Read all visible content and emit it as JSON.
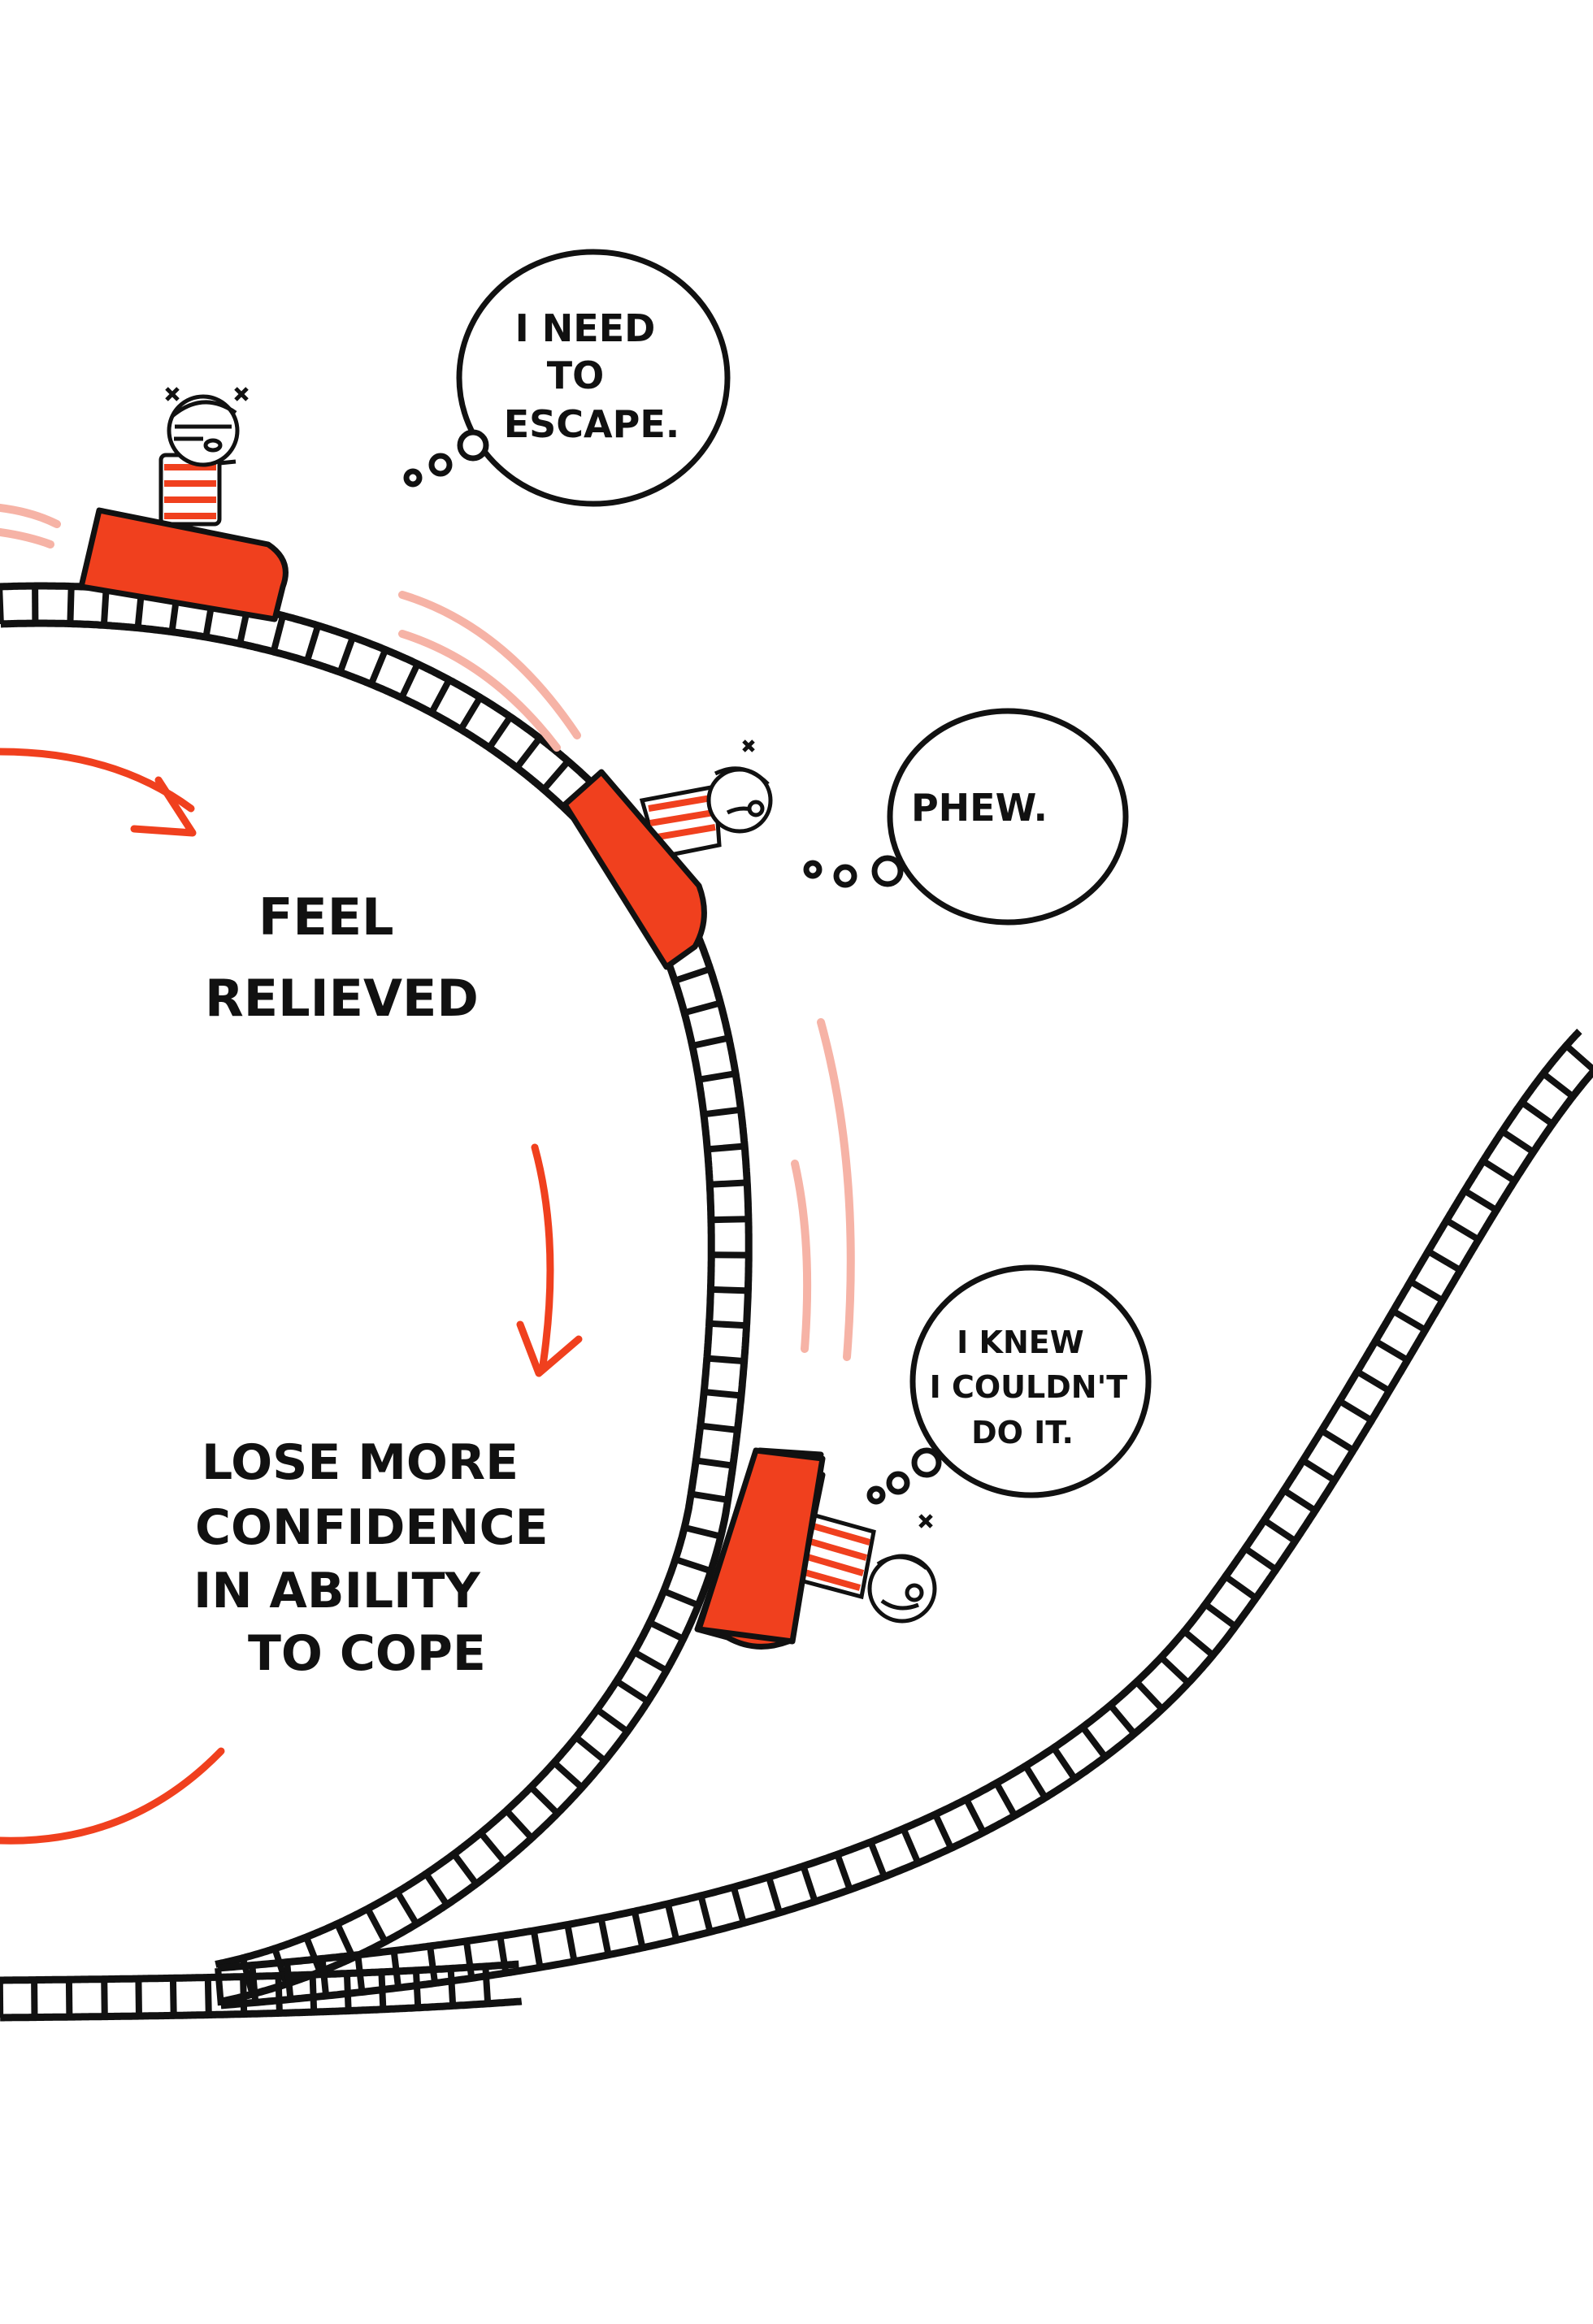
{
  "thoughts": {
    "escape": [
      "I NEED",
      "TO",
      "ESCAPE."
    ],
    "phew": [
      "PHEW."
    ],
    "couldnt": [
      "I KNEW",
      "I COULDN'T",
      "DO IT."
    ]
  },
  "cycle_labels": {
    "relieved": [
      "FEEL",
      "RELIEVED"
    ],
    "confidence": [
      "LOSE MORE",
      "CONFIDENCE",
      "IN ABILITY",
      "TO COPE"
    ]
  },
  "colors": {
    "ink": "#111111",
    "accent": "#f0401e",
    "motion": "#f6b3a6",
    "stripe": "#f0401e"
  },
  "icons": [
    "roller-coaster-track",
    "coaster-car",
    "rider-figure",
    "thought-bubble",
    "cycle-arrow",
    "motion-lines"
  ]
}
